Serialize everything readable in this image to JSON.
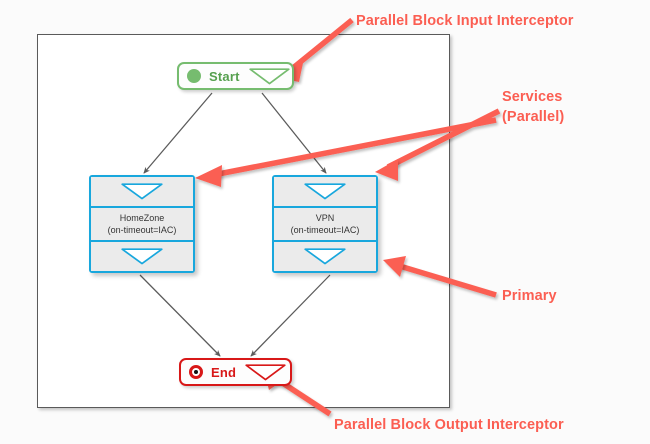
{
  "diagram": {
    "type": "workflow-parallel-block",
    "canvas": {
      "border_color": "#5a5a5a",
      "background": "#ffffff"
    },
    "nodes": [
      {
        "id": "start",
        "label": "Start",
        "kind": "start-node",
        "color": "#76BC6F",
        "icon": "green-circle-icon",
        "interceptor": "input-interceptor-chevron"
      },
      {
        "id": "homezone",
        "label": "HomeZone",
        "sublabel": "(on-timeout=IAC)",
        "kind": "service-node",
        "color": "#18A7DD",
        "top_interceptor": "input-interceptor-chevron",
        "bottom_interceptor": "output-interceptor-chevron"
      },
      {
        "id": "vpn",
        "label": "VPN",
        "sublabel": "(on-timeout=IAC)",
        "kind": "service-node",
        "color": "#18A7DD",
        "top_interceptor": "input-interceptor-chevron",
        "bottom_interceptor": "output-interceptor-chevron"
      },
      {
        "id": "end",
        "label": "End",
        "kind": "end-node",
        "color": "#D81818",
        "icon": "red-target-circle-icon",
        "interceptor": "output-interceptor-chevron"
      }
    ],
    "edges": [
      {
        "from": "start",
        "to": "homezone"
      },
      {
        "from": "start",
        "to": "vpn"
      },
      {
        "from": "homezone",
        "to": "end"
      },
      {
        "from": "vpn",
        "to": "end"
      }
    ]
  },
  "annotations": {
    "color": "#FB5E52",
    "input_interceptor": "Parallel Block Input Interceptor",
    "output_interceptor": "Parallel Block Output Interceptor",
    "services_line1": "Services",
    "services_line2": "(Parallel)",
    "primary": "Primary"
  }
}
